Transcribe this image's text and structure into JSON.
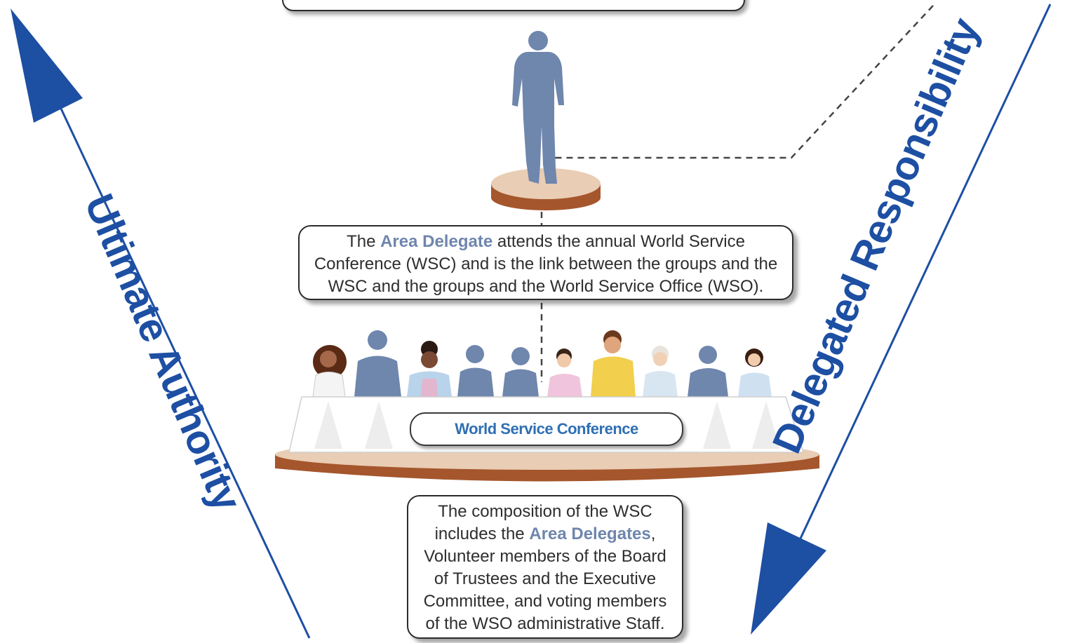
{
  "top_box": {
    "text": ""
  },
  "delegate_callout": {
    "line1_pre": "The ",
    "line1_hl": "Area Delegate",
    "line1_post": " attends the annual World Service",
    "line2": "Conference (WSC) and is the link between the groups and the",
    "line3": "WSC and the groups and the World Service Office (WSO)."
  },
  "wsc_label": "World Service Conference",
  "composition_callout": {
    "line1": "The composition of the WSC",
    "line2_pre": "includes the ",
    "line2_hl": "Area Delegates",
    "line2_post": ",",
    "line3": "Volunteer members of the Board",
    "line4": "of Trustees and the Executive",
    "line5": "Committee, and voting members",
    "line6": "of the WSO administrative Staff."
  },
  "arrows": {
    "left_label": "Ultimate Authority",
    "right_label": "Delegated Responsibility"
  },
  "colors": {
    "arrow_blue": "#1d4fa3",
    "highlight": "#6f86ad",
    "silhouette": "#6f86ad",
    "platform_top": "#e9cdb4",
    "platform_side": "#a5562c",
    "wsc_text": "#2f6fb3"
  },
  "icons": {
    "delegate_figure": "standing-person-silhouette",
    "conference_members": "group-of-people-icons"
  }
}
